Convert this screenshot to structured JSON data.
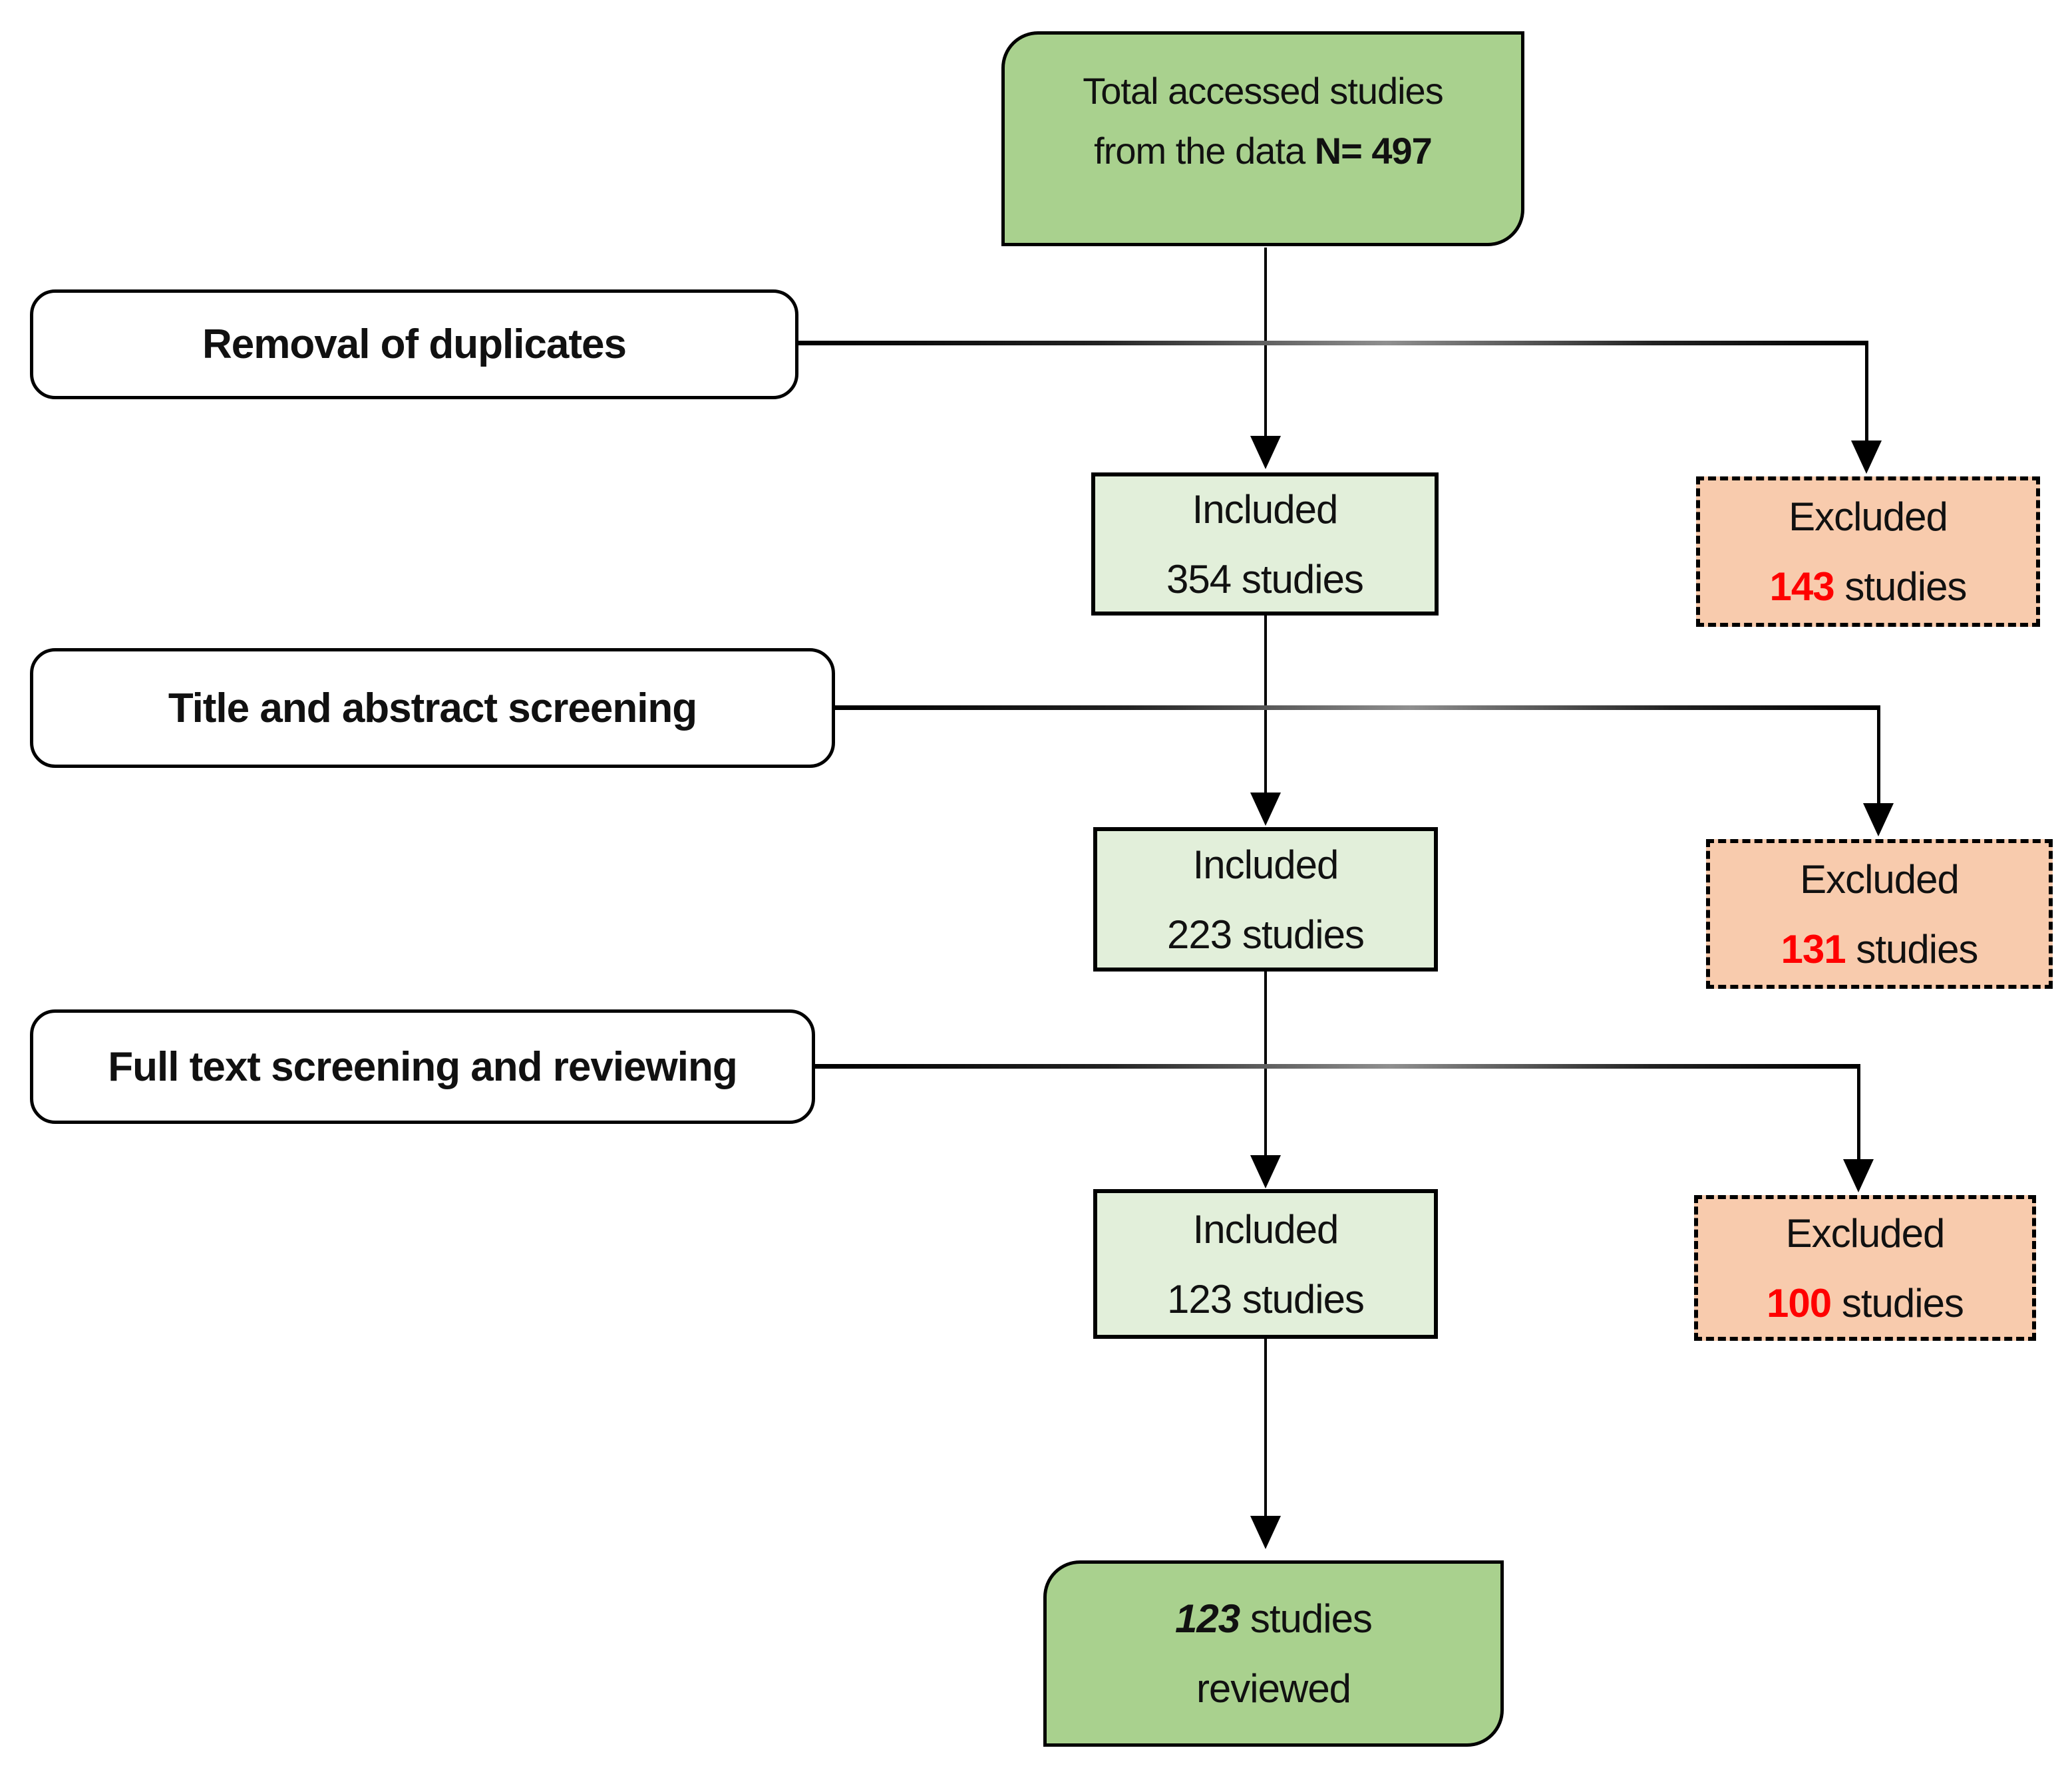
{
  "colors": {
    "start_end_fill": "#a9d18e",
    "included_fill": "#e2efda",
    "excluded_fill": "#f8cbad",
    "excluded_count_color": "#ff0000",
    "line_color": "#000000"
  },
  "flowchart": {
    "start": {
      "line1": "Total accessed studies",
      "line2": "from the data ",
      "n_value": "N= 497"
    },
    "stages": [
      {
        "label": "Removal of duplicates",
        "included_title": "Included",
        "included_detail": "354 studies",
        "excluded_title": "Excluded",
        "excluded_count": "143",
        "excluded_unit": " studies"
      },
      {
        "label": "Title and abstract screening",
        "included_title": "Included",
        "included_detail": "223 studies",
        "excluded_title": "Excluded",
        "excluded_count": "131",
        "excluded_unit": " studies"
      },
      {
        "label": "Full text screening and reviewing",
        "included_title": "Included",
        "included_detail": "123 studies",
        "excluded_title": "Excluded",
        "excluded_count": "100",
        "excluded_unit": " studies"
      }
    ],
    "end": {
      "count": "123",
      "count_suffix": " studies",
      "line2": "reviewed"
    }
  }
}
